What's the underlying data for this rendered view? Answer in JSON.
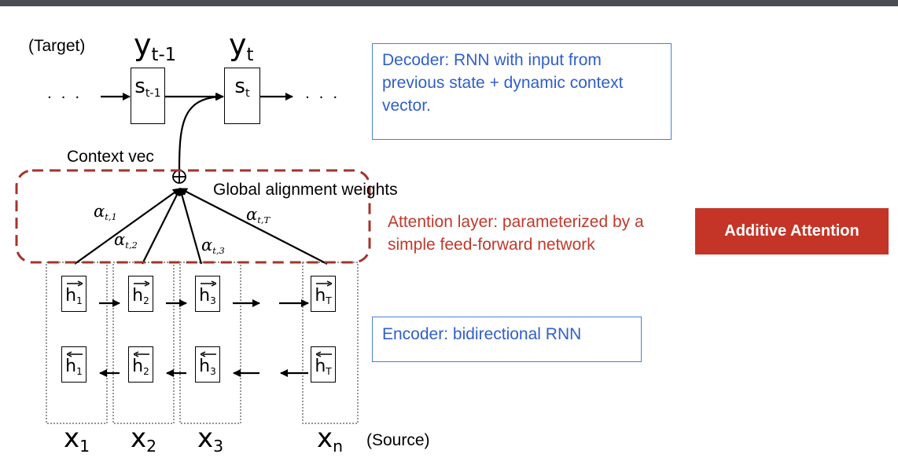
{
  "labels": {
    "target": "(Target)",
    "source": "(Source)",
    "context_vec": "Context vec",
    "global_alignment": "Global alignment weights",
    "ellipsis": ". . ."
  },
  "decoder": {
    "outputs": [
      {
        "base": "y",
        "sub": "t-1"
      },
      {
        "base": "y",
        "sub": "t"
      }
    ],
    "states": [
      {
        "base": "s",
        "sub": "t-1"
      },
      {
        "base": "s",
        "sub": "t"
      }
    ],
    "note": "Decoder: RNN with input from previous state + dynamic context vector."
  },
  "alignment_weights": [
    {
      "base": "α",
      "sub": "t,1"
    },
    {
      "base": "α",
      "sub": "t,2"
    },
    {
      "base": "α",
      "sub": "t,3"
    },
    {
      "base": "α",
      "sub": "t,T"
    }
  ],
  "attention_note": "Attention layer: parameterized by a simple feed-forward network",
  "badge": "Additive Attention",
  "encoder": {
    "forward": [
      {
        "base": "h",
        "sub": "1"
      },
      {
        "base": "h",
        "sub": "2"
      },
      {
        "base": "h",
        "sub": "3"
      },
      {
        "base": "h",
        "sub": "T"
      }
    ],
    "backward": [
      {
        "base": "h",
        "sub": "1"
      },
      {
        "base": "h",
        "sub": "2"
      },
      {
        "base": "h",
        "sub": "3"
      },
      {
        "base": "h",
        "sub": "T"
      }
    ],
    "inputs": [
      {
        "base": "x",
        "sub": "1"
      },
      {
        "base": "x",
        "sub": "2"
      },
      {
        "base": "x",
        "sub": "3"
      },
      {
        "base": "x",
        "sub": "n"
      }
    ],
    "note": "Encoder: bidirectional RNN"
  },
  "colors": {
    "blue_text": "#2f5fc9",
    "blue_border": "#4a7fd4",
    "red_text": "#c0392b",
    "dashed_border": "#a3342c",
    "badge_bg": "#c43527"
  }
}
